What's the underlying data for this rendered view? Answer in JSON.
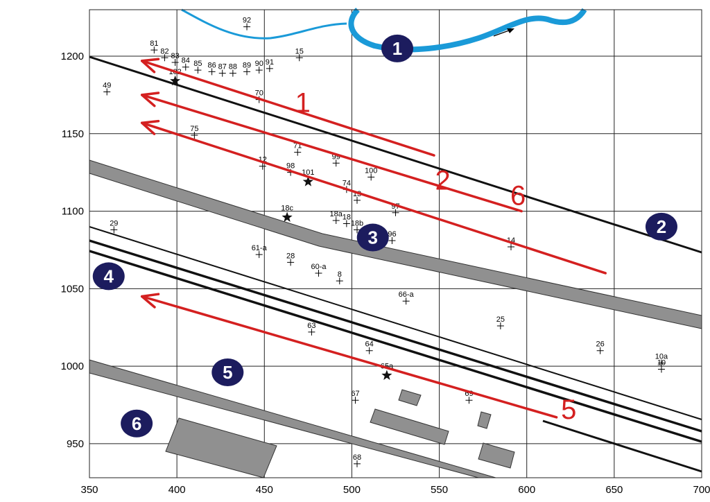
{
  "chart_data": {
    "type": "scatter",
    "xlim": [
      350,
      700
    ],
    "ylim": [
      928,
      1230
    ],
    "x_ticks": [
      "350",
      "400",
      "450",
      "500",
      "550",
      "600",
      "650",
      "700"
    ],
    "y_ticks": [
      "950",
      "1000",
      "1050",
      "1100",
      "1150",
      "1200"
    ],
    "x_tick_values": [
      350,
      400,
      450,
      500,
      550,
      600,
      650,
      700
    ],
    "y_tick_values": [
      950,
      1000,
      1050,
      1100,
      1150,
      1200
    ],
    "grid": true,
    "survey_points": [
      {
        "label": "92",
        "x": 440,
        "y": 1219
      },
      {
        "label": "81",
        "x": 387,
        "y": 1204
      },
      {
        "label": "82",
        "x": 393,
        "y": 1199
      },
      {
        "label": "83",
        "x": 399,
        "y": 1196
      },
      {
        "label": "84",
        "x": 405,
        "y": 1193
      },
      {
        "label": "85",
        "x": 412,
        "y": 1191
      },
      {
        "label": "86",
        "x": 420,
        "y": 1190
      },
      {
        "label": "87",
        "x": 426,
        "y": 1189
      },
      {
        "label": "88",
        "x": 432,
        "y": 1189
      },
      {
        "label": "89",
        "x": 440,
        "y": 1190
      },
      {
        "label": "90",
        "x": 447,
        "y": 1191
      },
      {
        "label": "91",
        "x": 453,
        "y": 1192
      },
      {
        "label": "15",
        "x": 470,
        "y": 1199
      },
      {
        "label": "49",
        "x": 360,
        "y": 1177
      },
      {
        "label": "70",
        "x": 447,
        "y": 1172
      },
      {
        "label": "75",
        "x": 410,
        "y": 1149
      },
      {
        "label": "12",
        "x": 449,
        "y": 1129
      },
      {
        "label": "71",
        "x": 469,
        "y": 1138
      },
      {
        "label": "98",
        "x": 465,
        "y": 1125
      },
      {
        "label": "99",
        "x": 491,
        "y": 1131
      },
      {
        "label": "100",
        "x": 511,
        "y": 1122
      },
      {
        "label": "74",
        "x": 497,
        "y": 1114
      },
      {
        "label": "13",
        "x": 503,
        "y": 1107
      },
      {
        "label": "97",
        "x": 525,
        "y": 1099
      },
      {
        "label": "29",
        "x": 364,
        "y": 1088
      },
      {
        "label": "18a",
        "x": 491,
        "y": 1094
      },
      {
        "label": "18",
        "x": 497,
        "y": 1092
      },
      {
        "label": "18b",
        "x": 503,
        "y": 1088
      },
      {
        "label": "96",
        "x": 523,
        "y": 1081
      },
      {
        "label": "14",
        "x": 591,
        "y": 1077
      },
      {
        "label": "61-a",
        "x": 447,
        "y": 1072
      },
      {
        "label": "28",
        "x": 465,
        "y": 1067
      },
      {
        "label": "60-a",
        "x": 481,
        "y": 1060
      },
      {
        "label": "8",
        "x": 493,
        "y": 1055
      },
      {
        "label": "66-a",
        "x": 531,
        "y": 1042
      },
      {
        "label": "25",
        "x": 585,
        "y": 1026
      },
      {
        "label": "63",
        "x": 477,
        "y": 1022
      },
      {
        "label": "64",
        "x": 510,
        "y": 1010
      },
      {
        "label": "26",
        "x": 642,
        "y": 1010
      },
      {
        "label": "10a",
        "x": 677,
        "y": 1002
      },
      {
        "label": "10",
        "x": 677,
        "y": 998
      },
      {
        "label": "67",
        "x": 502,
        "y": 978
      },
      {
        "label": "69",
        "x": 567,
        "y": 978
      },
      {
        "label": "68",
        "x": 503,
        "y": 937
      }
    ],
    "stars": [
      {
        "label": "102",
        "x": 399,
        "y": 1184
      },
      {
        "label": "101",
        "x": 475,
        "y": 1119
      },
      {
        "label": "18c",
        "x": 463,
        "y": 1096
      },
      {
        "label": "65a",
        "x": 520,
        "y": 994
      }
    ],
    "routes": [
      {
        "label": "1",
        "x1": 547,
        "y1": 1136,
        "x2": 380,
        "y2": 1197,
        "label_x": 472,
        "label_y": 1164
      },
      {
        "label": "6",
        "x1": 597,
        "y1": 1100,
        "x2": 380,
        "y2": 1175,
        "label_x": 595,
        "label_y": 1104
      },
      {
        "label": "2",
        "x1": 645,
        "y1": 1060,
        "x2": 380,
        "y2": 1157,
        "label_x": 552,
        "label_y": 1114
      },
      {
        "label": "5",
        "x1": 617,
        "y1": 967,
        "x2": 380,
        "y2": 1045,
        "label_x": 624,
        "label_y": 966
      }
    ],
    "zone_markers": [
      {
        "label": "1",
        "x": 526,
        "y": 1205
      },
      {
        "label": "2",
        "x": 677,
        "y": 1090
      },
      {
        "label": "3",
        "x": 512,
        "y": 1083
      },
      {
        "label": "4",
        "x": 361,
        "y": 1058
      },
      {
        "label": "5",
        "x": 429,
        "y": 996
      },
      {
        "label": "6",
        "x": 377,
        "y": 963
      }
    ]
  },
  "colors": {
    "route": "#d42020",
    "river": "#1a9ad8",
    "zone_marker": "#1c1c5e",
    "band_fill": "#909090",
    "line": "#111111",
    "grid": "#222222"
  }
}
